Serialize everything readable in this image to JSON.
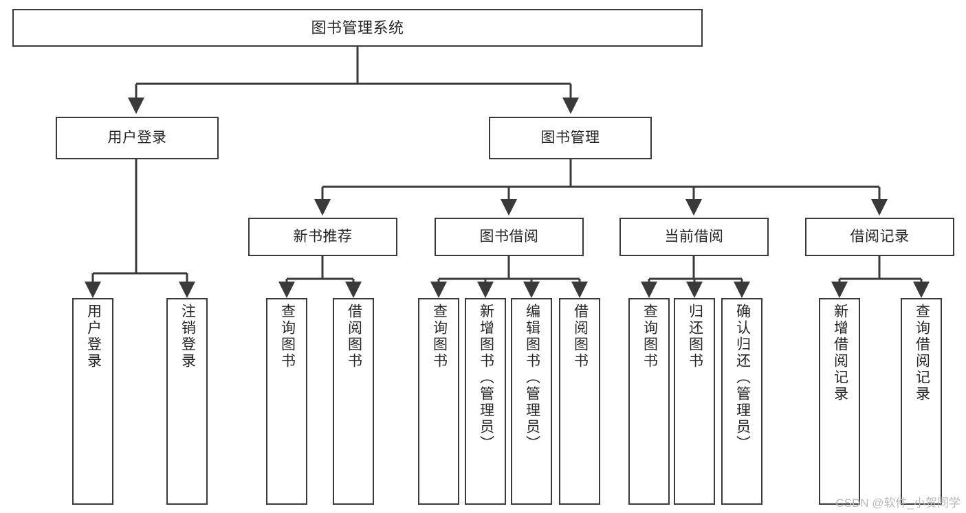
{
  "diagram": {
    "title": "图书管理系统",
    "type": "tree-hierarchy",
    "root": {
      "label": "图书管理系统"
    },
    "level2": [
      {
        "label": "用户登录"
      },
      {
        "label": "图书管理"
      }
    ],
    "level3": [
      {
        "label": "新书推荐"
      },
      {
        "label": "图书借阅"
      },
      {
        "label": "当前借阅"
      },
      {
        "label": "借阅记录"
      }
    ],
    "leaves": {
      "user_login": [
        {
          "label": "用户登录"
        },
        {
          "label": "注销登录"
        }
      ],
      "new_book_recommend": [
        {
          "label": "查询图书"
        },
        {
          "label": "借阅图书"
        }
      ],
      "book_borrow": [
        {
          "label": "查询图书"
        },
        {
          "label": "新增图书（管理员）"
        },
        {
          "label": "编辑图书（管理员）"
        },
        {
          "label": "借阅图书"
        }
      ],
      "current_borrow": [
        {
          "label": "查询图书"
        },
        {
          "label": "归还图书"
        },
        {
          "label": "确认归还（管理员）"
        }
      ],
      "borrow_records": [
        {
          "label": "新增借阅记录"
        },
        {
          "label": "查询借阅记录"
        }
      ]
    }
  },
  "watermark": {
    "text": "CSDN @软件_小贺同学"
  },
  "colors": {
    "stroke": "#3a3a3a",
    "box_fill": "#ffffff",
    "text": "#262626",
    "watermark": "#b9b9b9"
  }
}
